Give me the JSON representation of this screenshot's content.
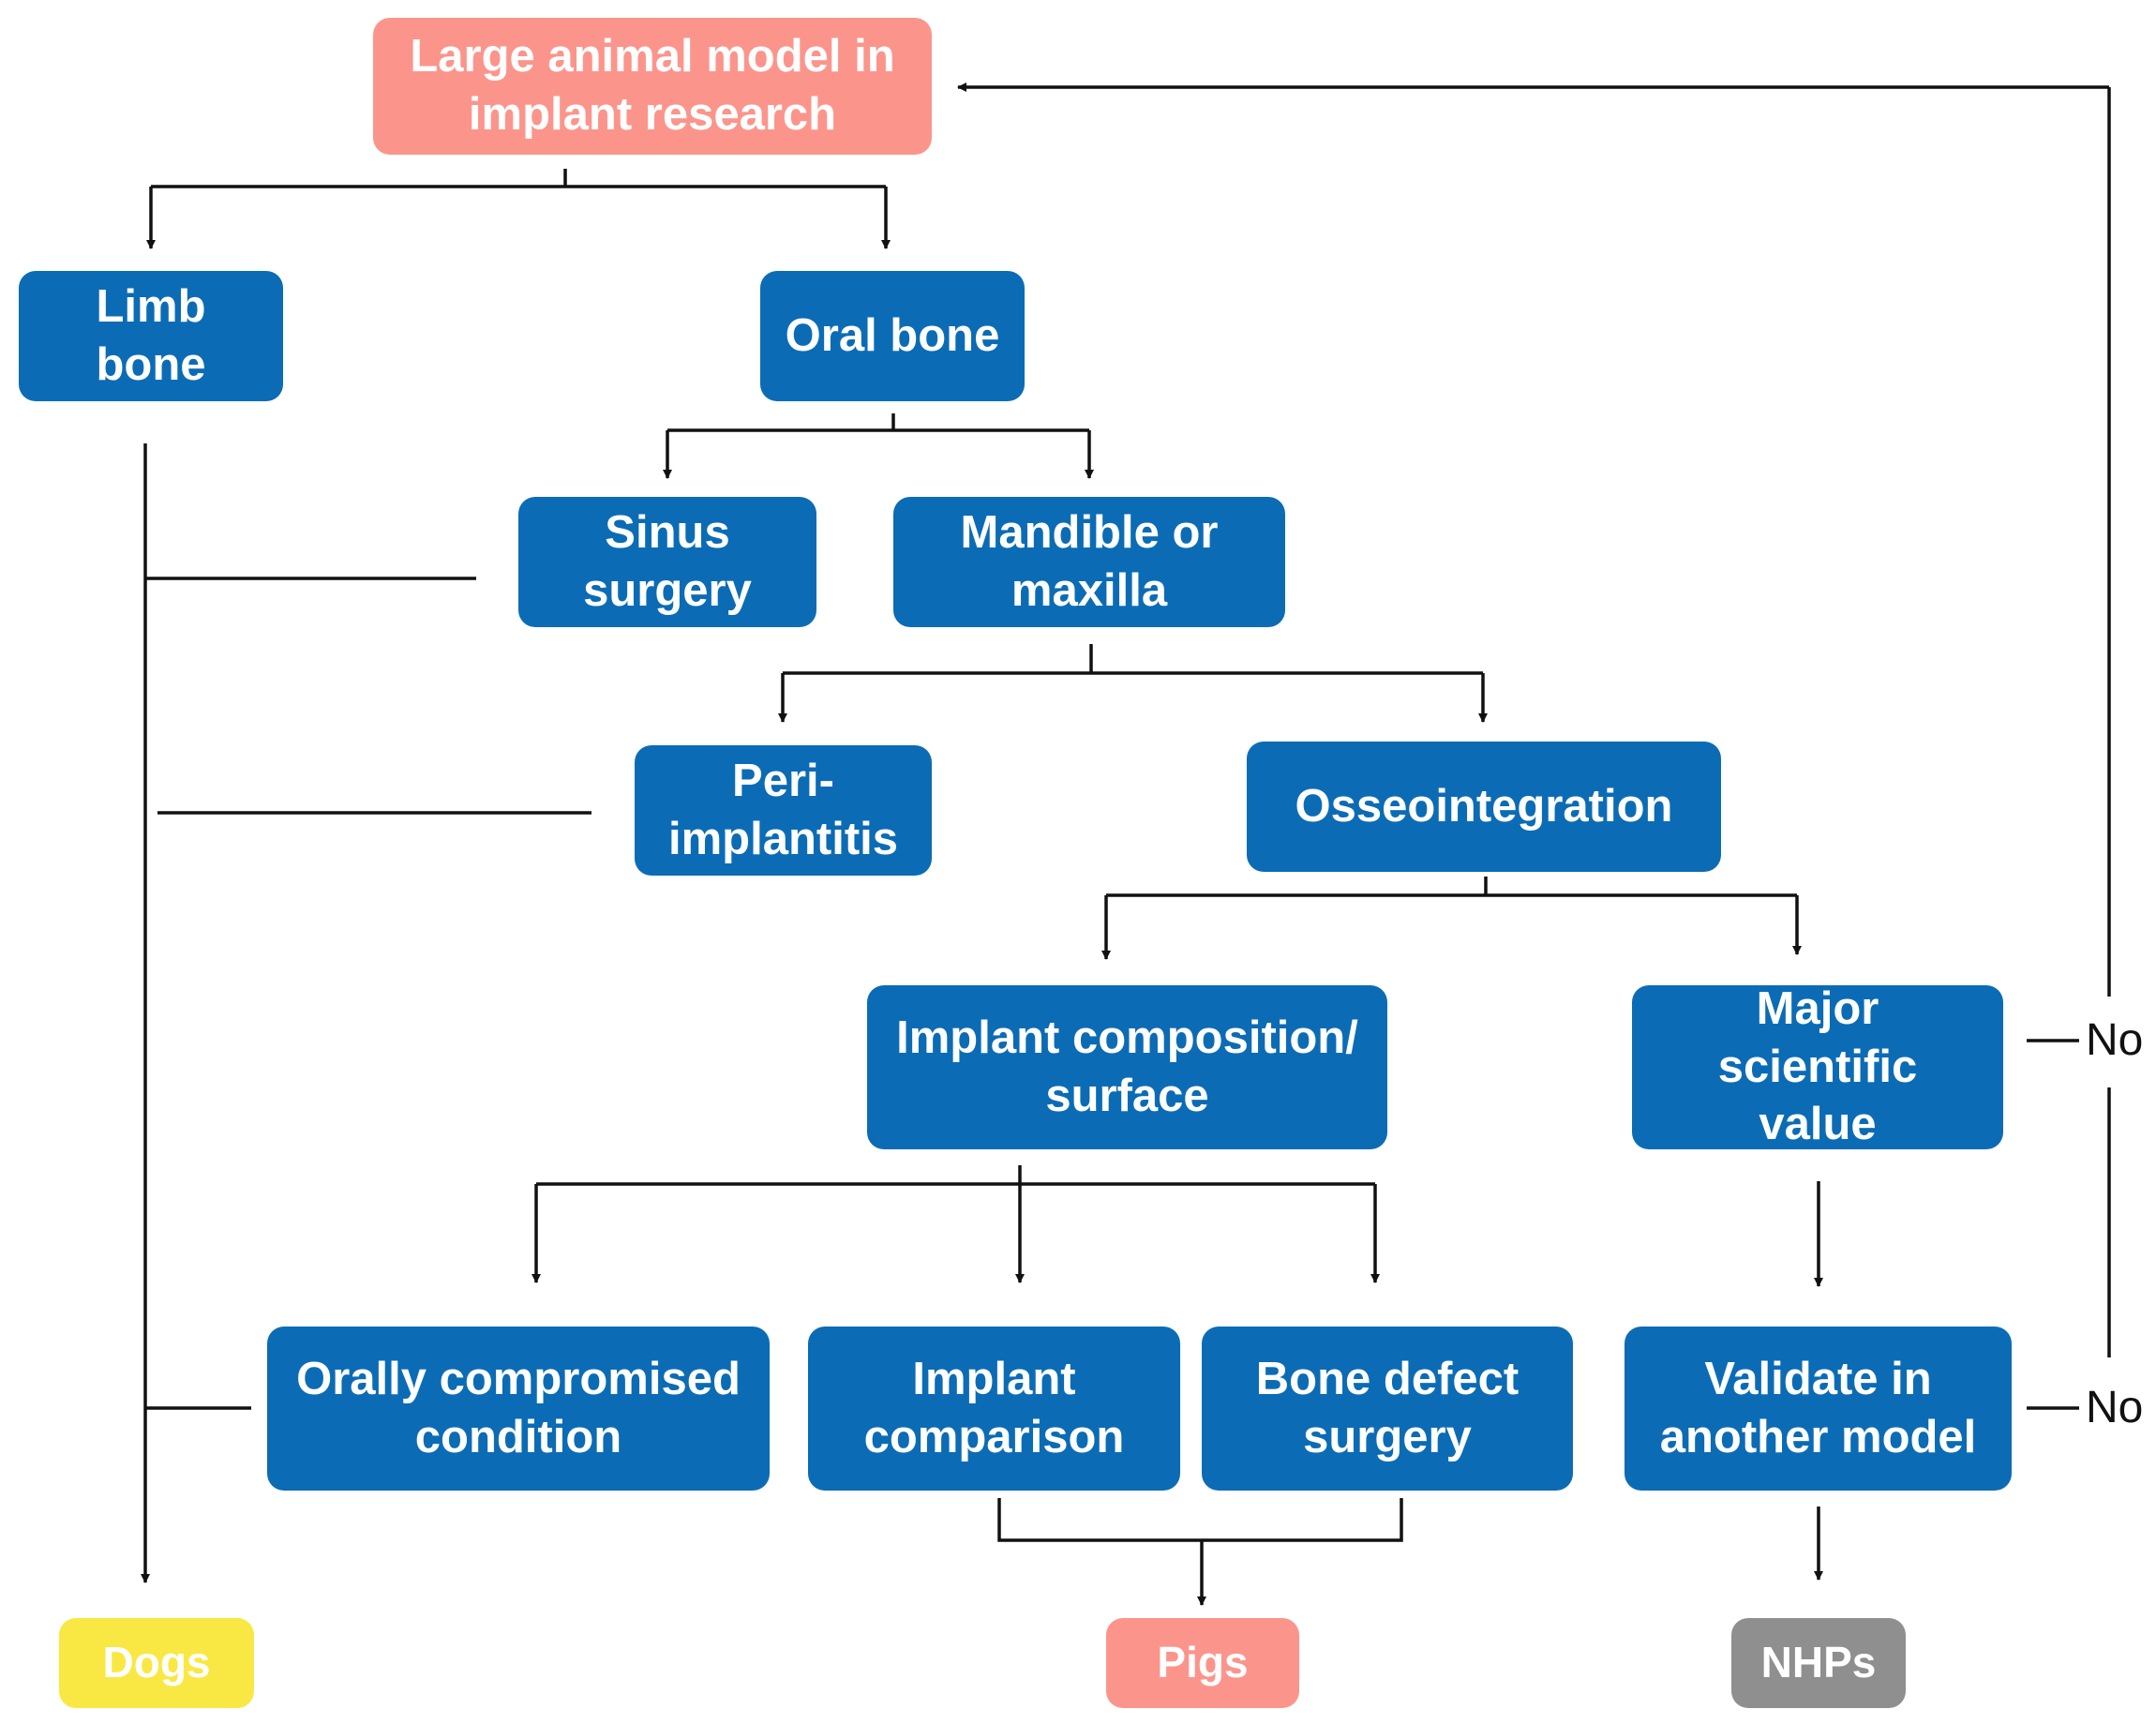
{
  "colors": {
    "box_blue": "#0b6cb5",
    "box_salmon": "#fb958c",
    "dogs_yellow": "#f9e843",
    "nhps_gray": "#8f8f8f",
    "line": "#111111"
  },
  "nodes": {
    "root": "Large animal model in\nimplant research",
    "limb_bone": "Limb\nbone",
    "oral_bone": "Oral bone",
    "sinus_surgery": "Sinus\nsurgery",
    "mandible_maxilla": "Mandible or\nmaxilla",
    "peri_implantitis": "Peri-\nimplantitis",
    "osseointegration": "Osseointegration",
    "implant_composition": "Implant composition/\nsurface",
    "major_scientific": "Major scientific\nvalue",
    "orally_compromised": "Orally compromised\ncondition",
    "implant_comparison": "Implant\ncomparison",
    "bone_defect": "Bone defect\nsurgery",
    "validate": "Validate in\nanother model",
    "dogs": "Dogs",
    "pigs": "Pigs",
    "nhps": "NHPs"
  },
  "labels": {
    "no_1": "No",
    "no_2": "No"
  }
}
